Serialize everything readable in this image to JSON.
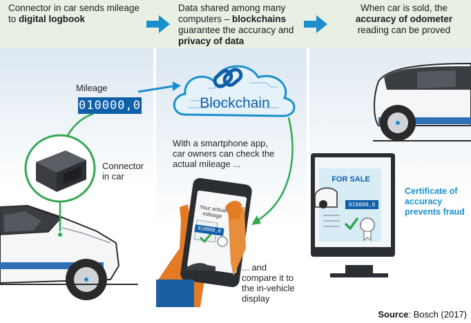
{
  "header": {
    "steps": [
      {
        "pre": "Connector in car sends mileage to ",
        "bold": "digital logbook",
        "post": ""
      },
      {
        "pre": "Data shared among many computers – ",
        "bold": "blockchains",
        "post": " guarantee the accuracy and ",
        "bold2": "privacy of data"
      },
      {
        "pre": "When car is sold, the ",
        "bold": "accuracy of odometer",
        "post": " reading can be proved"
      }
    ]
  },
  "panel1": {
    "mileage_label": "Mileage",
    "mileage_value": "010000,0",
    "connector_label": "Connector in car"
  },
  "panel2": {
    "cloud_label": "Blockchain",
    "smartphone_text": "With a smartphone app, car owners can check the actual mileage ...",
    "phone_screen_label": "Your actual mileage",
    "phone_screen_value": "010000,0",
    "compare_text": "... and compare it to the in-vehicle display"
  },
  "panel3": {
    "for_sale": "FOR SALE",
    "monitor_value": "010000,0",
    "certificate_text": "Certificate of accuracy prevents fraud"
  },
  "source": {
    "label": "Source",
    "text": ": Bosch (2017)"
  },
  "colors": {
    "accent_green": "#2fa84f",
    "accent_blue": "#1a8fcc",
    "dark_blue": "#0e5ea8",
    "header_bg": "#e8f0e4"
  }
}
